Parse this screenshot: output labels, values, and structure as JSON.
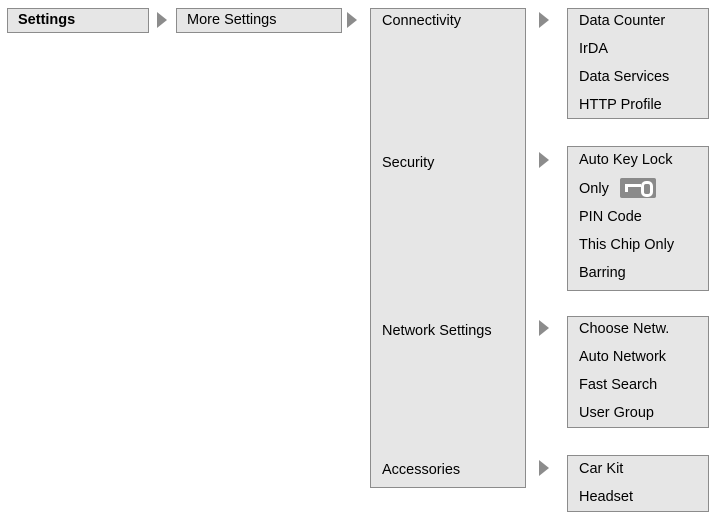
{
  "level1": {
    "settings": "Settings"
  },
  "level2": {
    "more_settings": "More Settings"
  },
  "level3": {
    "connectivity": "Connectivity",
    "security": "Security",
    "network_settings": "Network Settings",
    "accessories": "Accessories"
  },
  "connectivity_items": [
    "Data Counter",
    "IrDA",
    "Data Services",
    "HTTP Profile"
  ],
  "security_items": [
    "Auto Key Lock",
    "Only",
    "PIN Code",
    "This Chip Only",
    "Barring"
  ],
  "network_items": [
    "Choose Netw.",
    "Auto Network",
    "Fast Search",
    "User Group"
  ],
  "accessories_items": [
    "Car Kit",
    "Headset"
  ],
  "icons": {
    "only_suffix": "key-icon"
  },
  "colors": {
    "box_fill": "#e6e6e6",
    "border": "#8c8c8c",
    "arrow": "#8c8c8c"
  }
}
